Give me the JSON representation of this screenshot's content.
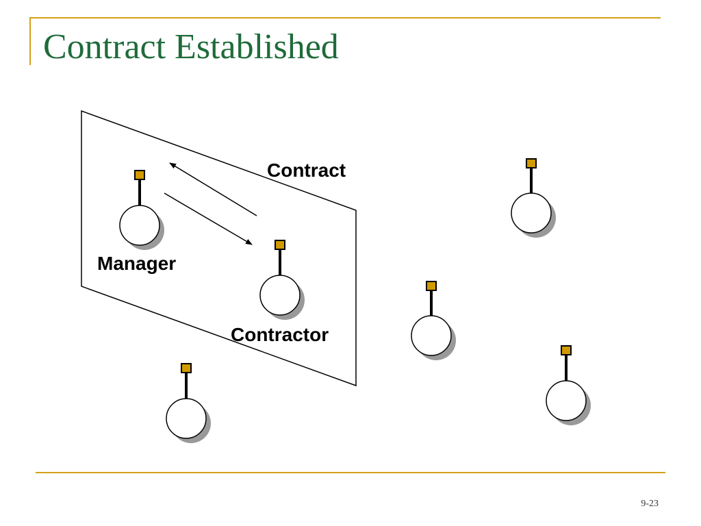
{
  "title": "Contract Established",
  "page_number": "9-23",
  "labels": {
    "contract": "Contract",
    "manager": "Manager",
    "contractor": "Contractor"
  },
  "colors": {
    "accent_rule": "#d4a017",
    "title": "#1f6b3a",
    "antenna_square": "#d19a00",
    "node_shadow": "#999999"
  },
  "icons": {
    "agent": "agent-node-icon"
  }
}
